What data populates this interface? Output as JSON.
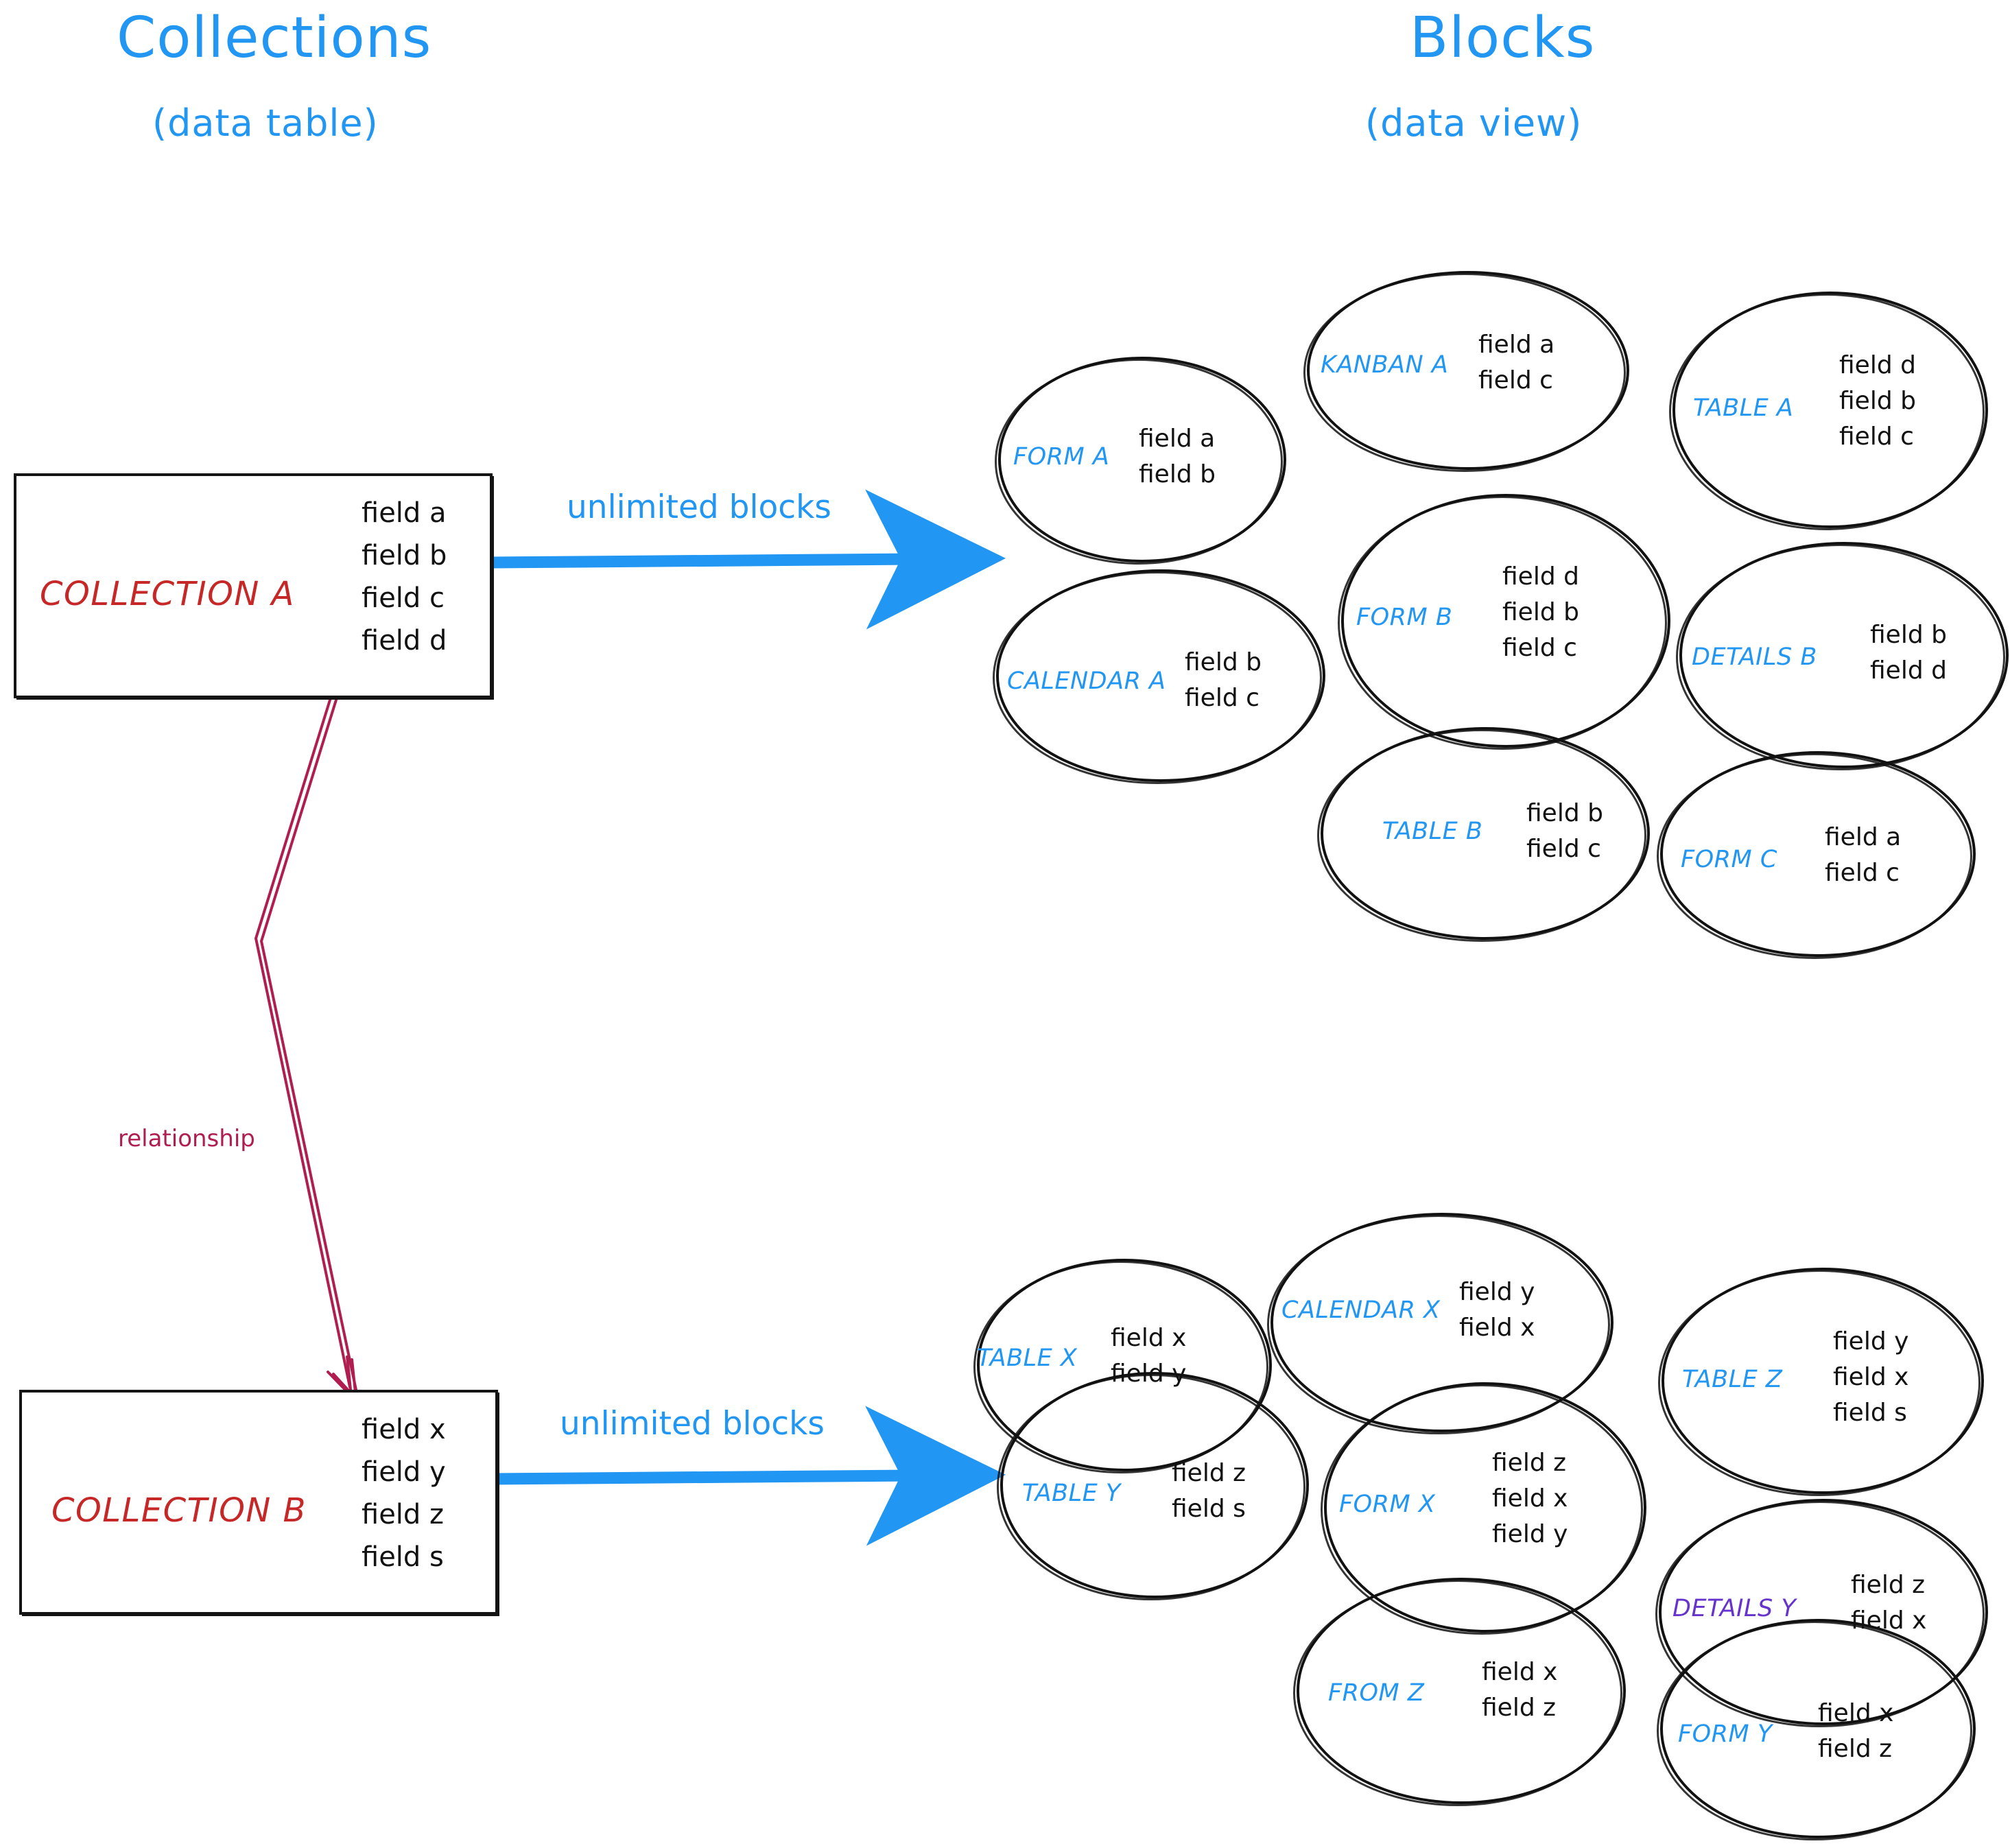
{
  "headings": {
    "left_main": "Collections",
    "left_sub": "(data table)",
    "right_main": "Blocks",
    "right_sub": "(data view)"
  },
  "colors": {
    "accent_blue": "#2196F3",
    "collection_red": "#C62828",
    "relationship_crimson": "#B01E50",
    "details_purple": "#6633CC",
    "ink_black": "#111111"
  },
  "collections": [
    {
      "name": "COLLECTION A",
      "fields": [
        "field a",
        "field b",
        "field c",
        "field d"
      ],
      "arrow_label": "unlimited blocks"
    },
    {
      "name": "COLLECTION B",
      "fields": [
        "field x",
        "field y",
        "field z",
        "field s"
      ],
      "arrow_label": "unlimited blocks"
    }
  ],
  "relationship": {
    "label": "relationship",
    "from": "COLLECTION A",
    "to": "COLLECTION B"
  },
  "block_groups": [
    {
      "source": "COLLECTION A",
      "blocks": [
        {
          "label": "FORM A",
          "fields": [
            "field a",
            "field b"
          ]
        },
        {
          "label": "KANBAN A",
          "fields": [
            "field a",
            "field c"
          ]
        },
        {
          "label": "TABLE A",
          "fields": [
            "field d",
            "field b",
            "field c"
          ]
        },
        {
          "label": "CALENDAR A",
          "fields": [
            "field b",
            "field c"
          ]
        },
        {
          "label": "FORM B",
          "fields": [
            "field d",
            "field b",
            "field c"
          ]
        },
        {
          "label": "DETAILS B",
          "fields": [
            "field b",
            "field d"
          ]
        },
        {
          "label": "TABLE B",
          "fields": [
            "field b",
            "field c"
          ]
        },
        {
          "label": "FORM C",
          "fields": [
            "field a",
            "field c"
          ]
        }
      ]
    },
    {
      "source": "COLLECTION B",
      "blocks": [
        {
          "label": "TABLE X",
          "fields": [
            "field x",
            "field y"
          ]
        },
        {
          "label": "CALENDAR X",
          "fields": [
            "field y",
            "field x"
          ]
        },
        {
          "label": "TABLE Z",
          "fields": [
            "field y",
            "field x",
            "field s"
          ]
        },
        {
          "label": "TABLE Y",
          "fields": [
            "field z",
            "field s"
          ]
        },
        {
          "label": "FORM X",
          "fields": [
            "field z",
            "field x",
            "field y"
          ]
        },
        {
          "label": "DETAILS Y",
          "fields": [
            "field z",
            "field x"
          ],
          "color": "purple"
        },
        {
          "label": "FROM Z",
          "fields": [
            "field x",
            "field z"
          ]
        },
        {
          "label": "FORM Y",
          "fields": [
            "field x",
            "field z"
          ]
        }
      ]
    }
  ]
}
